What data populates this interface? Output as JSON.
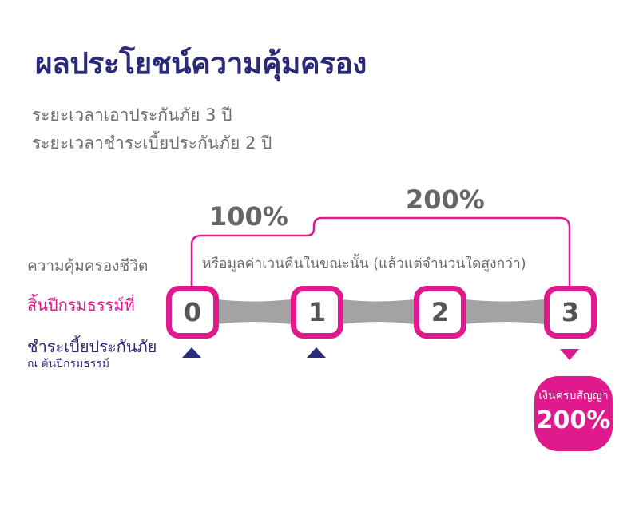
{
  "title": "ผลประโยชน์ความคุ้มครอง",
  "summary": {
    "coverage_period": "ระยะเวลาเอาประกันภัย 3 ปี",
    "premium_period": "ระยะเวลาชำระเบี้ยประกันภัย 2 ปี"
  },
  "coverage": {
    "pct_first": "100%",
    "pct_second": "200%",
    "note": "หรือมูลค่าเวนคืนในขณะนั้น (แล้วแต่จำนวนใดสูงกว่า)"
  },
  "row_labels": {
    "life_coverage": "ความคุ้มครองชีวิต",
    "end_of_policy_year": "สิ้นปีกรมธรรม์ที่",
    "premium_payment": "ชำระเบี้ยประกันภัย",
    "premium_payment_sub": "ณ ต้นปีกรมธรรม์"
  },
  "years": [
    "0",
    "1",
    "2",
    "3"
  ],
  "maturity": {
    "label": "เงินครบสัญญา",
    "value": "200%"
  },
  "colors": {
    "navy": "#2b2a7a",
    "pink": "#e0198c",
    "gray_text": "#6d6d6d",
    "connector": "#a3a3a3"
  }
}
